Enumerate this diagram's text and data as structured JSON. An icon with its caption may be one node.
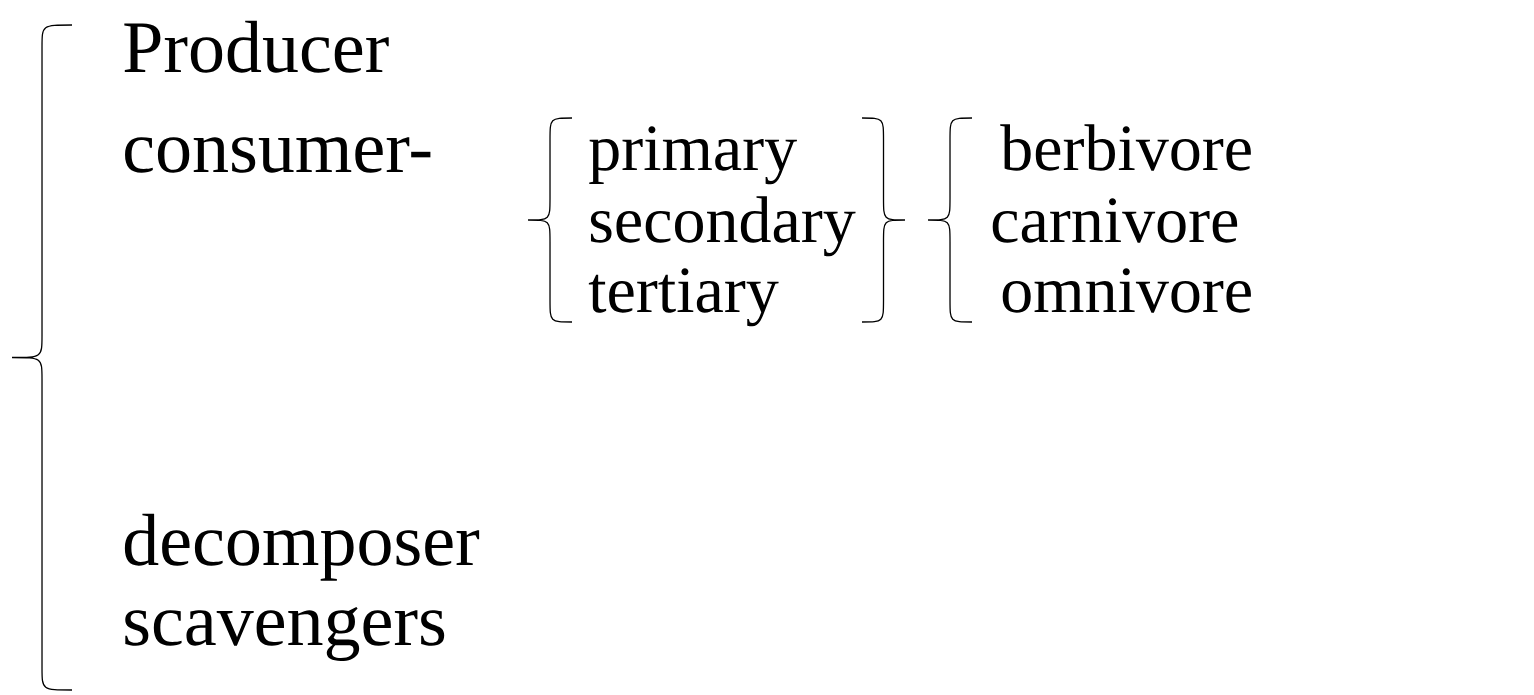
{
  "diagram": {
    "labels": [
      "Producer",
      "consumer-",
      "primary",
      "berbivore",
      "secondary",
      "carnivore",
      "tertiary",
      "omnivore",
      "decomposer",
      "scavengers"
    ]
  }
}
